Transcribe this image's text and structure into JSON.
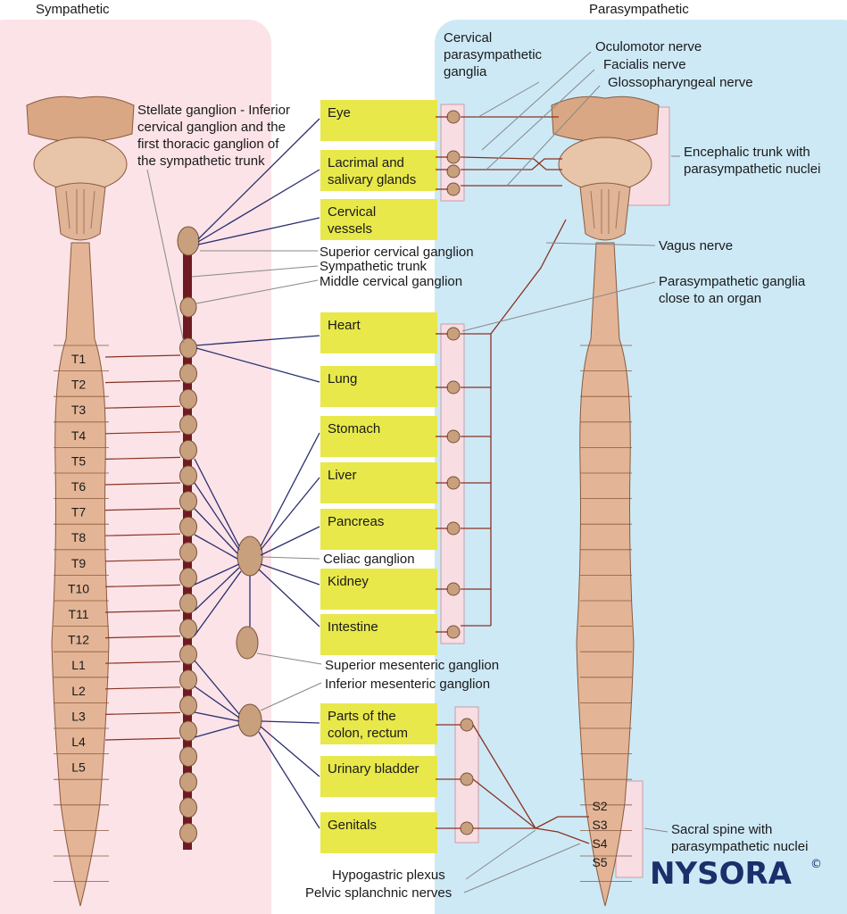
{
  "headers": {
    "left": "Sympathetic",
    "right": "Parasympathetic"
  },
  "colors": {
    "symp_bg": "#fbe3e8",
    "para_bg": "#cde9f6",
    "organ_box": "#e8e84a",
    "trunk": "#6f1a22",
    "spine": "#e3b596",
    "symp_line": "#2a2f6e",
    "para_line": "#8a3322"
  },
  "organs": [
    {
      "id": "eye",
      "lines": [
        "Eye"
      ]
    },
    {
      "id": "lacrimal",
      "lines": [
        "Lacrimal and",
        "salivary glands"
      ]
    },
    {
      "id": "cervical-vessels",
      "lines": [
        "Cervical",
        "vessels"
      ]
    },
    {
      "id": "heart",
      "lines": [
        "Heart"
      ]
    },
    {
      "id": "lung",
      "lines": [
        "Lung"
      ]
    },
    {
      "id": "stomach",
      "lines": [
        "Stomach"
      ]
    },
    {
      "id": "liver",
      "lines": [
        "Liver"
      ]
    },
    {
      "id": "pancreas",
      "lines": [
        "Pancreas"
      ]
    },
    {
      "id": "kidney",
      "lines": [
        "Kidney"
      ]
    },
    {
      "id": "intestine",
      "lines": [
        "Intestine"
      ]
    },
    {
      "id": "colon",
      "lines": [
        "Parts of the",
        "colon, rectum"
      ]
    },
    {
      "id": "bladder",
      "lines": [
        "Urinary bladder"
      ]
    },
    {
      "id": "genitals",
      "lines": [
        "Genitals"
      ]
    }
  ],
  "segments": [
    "T1",
    "T2",
    "T3",
    "T4",
    "T5",
    "T6",
    "T7",
    "T8",
    "T9",
    "T10",
    "T11",
    "T12",
    "L1",
    "L2",
    "L3",
    "L4",
    "L5"
  ],
  "sacral_segments": [
    "S2",
    "S3",
    "S4",
    "S5"
  ],
  "labels": {
    "stellate": [
      "Stellate ganglion - Inferior",
      "cervical ganglion and the",
      "first thoracic ganglion of",
      "the sympathetic trunk"
    ],
    "superior_cervical": "Superior cervical ganglion",
    "sympathetic_trunk": "Sympathetic trunk",
    "middle_cervical": "Middle cervical ganglion",
    "celiac": "Celiac ganglion",
    "superior_mesenteric": "Superior mesenteric ganglion",
    "inferior_mesenteric": "Inferior mesenteric ganglion",
    "hypogastric": "Hypogastric plexus",
    "pelvic_splanchnic": "Pelvic splanchnic nerves",
    "cervical_para": [
      "Cervical",
      "parasympathetic",
      "ganglia"
    ],
    "oculomotor": "Oculomotor nerve",
    "facialis": "Facialis nerve",
    "glossopharyngeal": "Glossopharyngeal nerve",
    "encephalic": [
      "Encephalic trunk with",
      "parasympathetic nuclei"
    ],
    "vagus": "Vagus nerve",
    "para_ganglia": [
      "Parasympathetic ganglia",
      "close to an organ"
    ],
    "sacral": [
      "Sacral spine with",
      "parasympathetic nuclei"
    ]
  },
  "logo": {
    "text": "NYSORA",
    "mark": "©"
  }
}
